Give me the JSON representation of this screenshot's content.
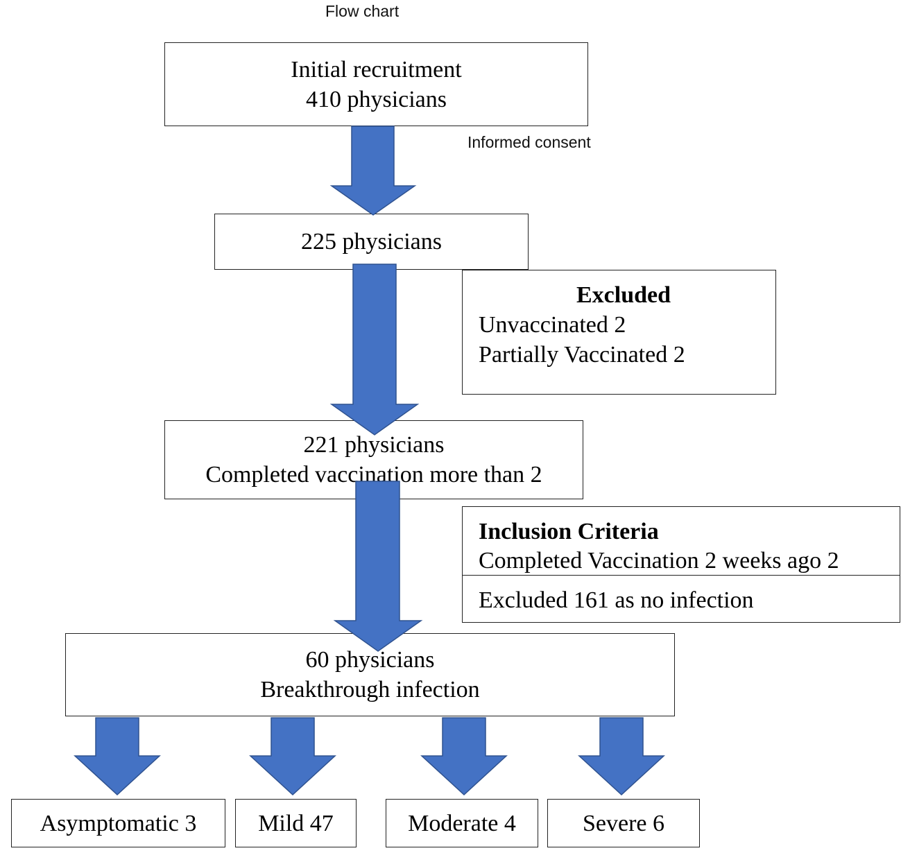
{
  "caption": "Flow chart",
  "step1": {
    "line1": "Initial recruitment",
    "line2": "410 physicians"
  },
  "consent_label": "Informed consent",
  "step2": {
    "line1": "225 physicians"
  },
  "excluded": {
    "title": "Excluded",
    "line1": "Unvaccinated 2",
    "line2": "Partially Vaccinated 2"
  },
  "step3": {
    "line1": "221 physicians",
    "line2": "Completed vaccination more than 2"
  },
  "inclusion": {
    "title": "Inclusion Criteria",
    "line1": "Completed Vaccination 2 weeks ago 2",
    "line2": "Excluded 161 as no infection"
  },
  "step4": {
    "line1": "60 physicians",
    "line2": "Breakthrough infection"
  },
  "outcomes": [
    "Asymptomatic 3",
    "Mild 47",
    "Moderate 4",
    "Severe 6"
  ],
  "colors": {
    "arrow_fill": "#4472C4",
    "arrow_stroke": "#2F528F",
    "box_border": "#222222"
  }
}
